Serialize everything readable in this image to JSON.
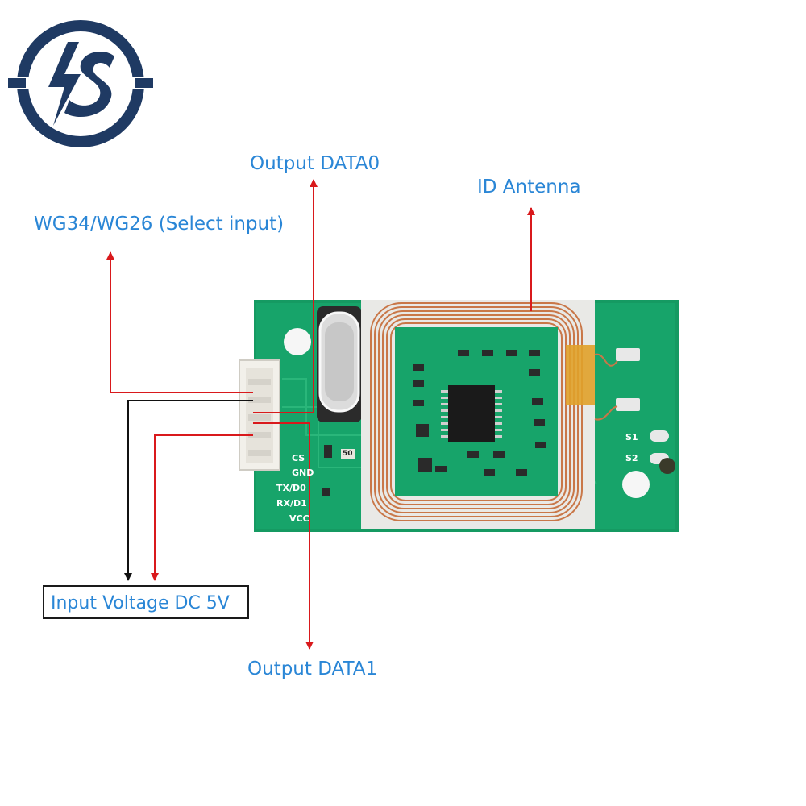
{
  "logo": {
    "name": "brand-logo",
    "text": "S",
    "color": "#1f3a63"
  },
  "callouts": {
    "output_data0": "Output DATA0",
    "id_antenna": "ID Antenna",
    "wg_select": "WG34/WG26 (Select input)",
    "input_voltage": "Input Voltage DC 5V",
    "output_data1": "Output DATA1"
  },
  "board": {
    "pins": {
      "cs": "CS",
      "gnd": "GND",
      "tx": "TX/D0",
      "rx": "RX/D1",
      "vcc": "VCC"
    },
    "switch_pads": {
      "s1": "S1",
      "s2": "S2"
    },
    "component_marking": "50"
  },
  "colors": {
    "callout_text": "#2a86d6",
    "arrow_red": "#d9191c",
    "wire_black": "#111111",
    "pcb_green": "#159a62",
    "coil_copper": "#c97748"
  }
}
